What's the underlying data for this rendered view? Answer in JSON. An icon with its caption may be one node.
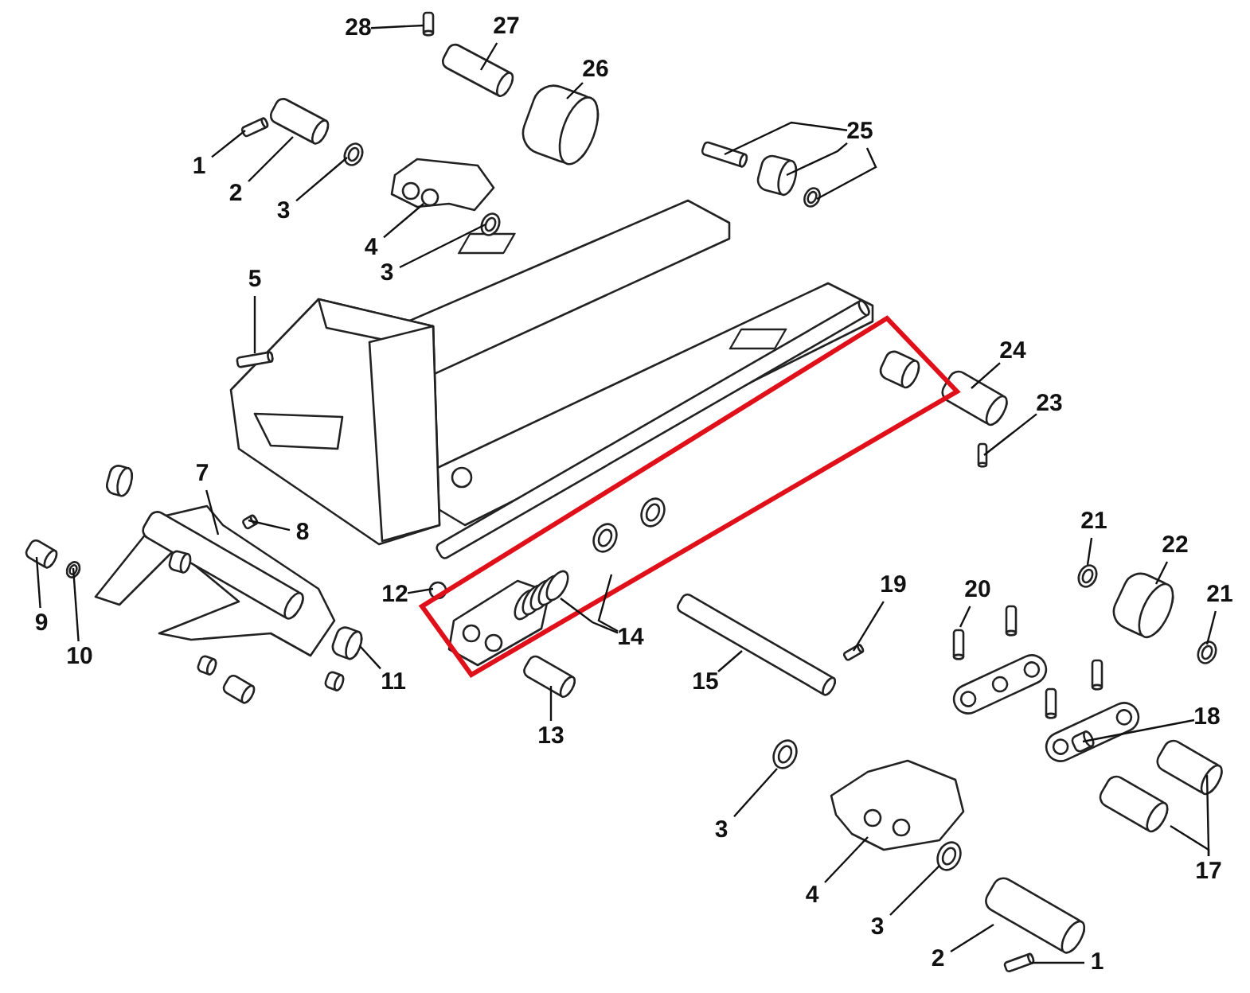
{
  "diagram": {
    "nodes": [
      {
        "text": [
          "28"
        ]
      },
      {
        "text": [
          "27"
        ]
      },
      {
        "text": [
          "26"
        ]
      },
      {
        "text": [
          "25"
        ]
      },
      {
        "text": [
          "1"
        ]
      },
      {
        "text": [
          "2"
        ]
      },
      {
        "text": [
          "3"
        ]
      },
      {
        "text": [
          "4"
        ]
      },
      {
        "text": [
          "3"
        ]
      },
      {
        "text": [
          "5"
        ]
      },
      {
        "text": [
          "24"
        ]
      },
      {
        "text": [
          "23"
        ]
      },
      {
        "text": [
          "7"
        ]
      },
      {
        "text": [
          "8"
        ]
      },
      {
        "text": [
          "21"
        ]
      },
      {
        "text": [
          "22"
        ]
      },
      {
        "text": [
          "21"
        ]
      },
      {
        "text": [
          "20"
        ]
      },
      {
        "text": [
          "19"
        ]
      },
      {
        "text": [
          "9"
        ]
      },
      {
        "text": [
          "10"
        ]
      },
      {
        "text": [
          "12"
        ]
      },
      {
        "text": [
          "14"
        ]
      },
      {
        "text": [
          "11"
        ]
      },
      {
        "text": [
          "15"
        ]
      },
      {
        "text": [
          "18"
        ]
      },
      {
        "text": [
          "13"
        ]
      },
      {
        "text": [
          "3"
        ]
      },
      {
        "text": [
          "17"
        ]
      },
      {
        "text": [
          "4"
        ]
      },
      {
        "text": [
          "3"
        ]
      },
      {
        "text": [
          "2"
        ]
      },
      {
        "text": [
          "1"
        ]
      }
    ],
    "edges": [
      {
        "from": 0,
        "to": null,
        "arrow": "none"
      },
      {
        "from": 1,
        "to": null,
        "arrow": "none"
      },
      {
        "from": 2,
        "to": null,
        "arrow": "none"
      },
      {
        "from": 3,
        "to": null,
        "arrow": "none"
      },
      {
        "from": 3,
        "to": null,
        "arrow": "none"
      },
      {
        "from": 3,
        "to": null,
        "arrow": "none"
      },
      {
        "from": 4,
        "to": null,
        "arrow": "none"
      },
      {
        "from": 5,
        "to": null,
        "arrow": "none"
      },
      {
        "from": 6,
        "to": null,
        "arrow": "none"
      },
      {
        "from": 7,
        "to": null,
        "arrow": "none"
      },
      {
        "from": 8,
        "to": null,
        "arrow": "none"
      },
      {
        "from": 9,
        "to": null,
        "arrow": "none"
      },
      {
        "from": 10,
        "to": null,
        "arrow": "none"
      },
      {
        "from": 11,
        "to": null,
        "arrow": "none"
      },
      {
        "from": 12,
        "to": null,
        "arrow": "none"
      },
      {
        "from": 13,
        "to": null,
        "arrow": "none"
      },
      {
        "from": 14,
        "to": null,
        "arrow": "none"
      },
      {
        "from": 15,
        "to": null,
        "arrow": "none"
      },
      {
        "from": 16,
        "to": null,
        "arrow": "none"
      },
      {
        "from": 17,
        "to": null,
        "arrow": "none"
      },
      {
        "from": 18,
        "to": null,
        "arrow": "none"
      },
      {
        "from": 19,
        "to": null,
        "arrow": "none"
      },
      {
        "from": 20,
        "to": null,
        "arrow": "none"
      },
      {
        "from": 21,
        "to": null,
        "arrow": "none"
      },
      {
        "from": 22,
        "to": null,
        "arrow": "none"
      },
      {
        "from": 22,
        "to": null,
        "arrow": "none"
      },
      {
        "from": 23,
        "to": null,
        "arrow": "none"
      },
      {
        "from": 24,
        "to": null,
        "arrow": "none"
      },
      {
        "from": 25,
        "to": null,
        "arrow": "none"
      },
      {
        "from": 26,
        "to": null,
        "arrow": "none"
      },
      {
        "from": 27,
        "to": null,
        "arrow": "none"
      },
      {
        "from": 28,
        "to": null,
        "arrow": "none"
      },
      {
        "from": 28,
        "to": null,
        "arrow": "none"
      },
      {
        "from": 29,
        "to": null,
        "arrow": "none"
      },
      {
        "from": 30,
        "to": null,
        "arrow": "none"
      },
      {
        "from": 31,
        "to": null,
        "arrow": "none"
      },
      {
        "from": 32,
        "to": null,
        "arrow": "none"
      }
    ]
  }
}
